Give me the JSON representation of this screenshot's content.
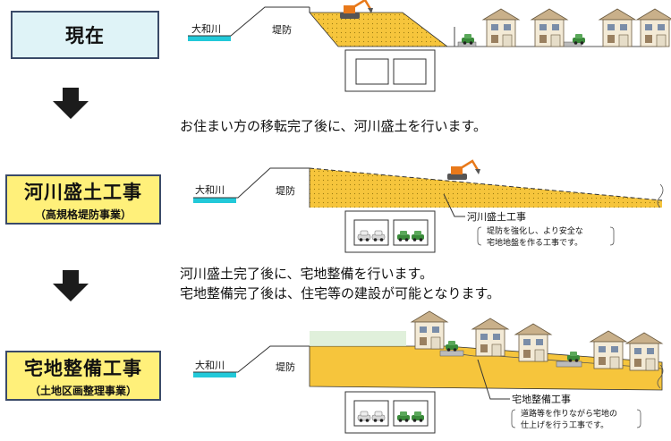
{
  "stages": [
    {
      "title": "現在",
      "subtitle": ""
    },
    {
      "title": "河川盛土工事",
      "subtitle": "（高規格堤防事業）"
    },
    {
      "title": "宅地整備工事",
      "subtitle": "（土地区画整理事業）"
    }
  ],
  "captions": {
    "step1": "お住まい方の移転完了後に、河川盛土を行います。",
    "step2_line1": "河川盛土完了後に、宅地整備を行います。",
    "step2_line2": "宅地整備完了後は、住宅等の建設が可能となります。"
  },
  "labels": {
    "river": "大和川",
    "levee": "堤防",
    "embankment_title": "河川盛土工事",
    "embankment_desc_1": "堤防を強化し、より安全な",
    "embankment_desc_2": "宅地地盤を作る工事です。",
    "housing_title": "宅地整備工事",
    "housing_desc_1": "道路等を作りながら宅地の",
    "housing_desc_2": "仕上げを行う工事です。"
  },
  "colors": {
    "stage_current_bg": "#dff3f7",
    "stage_work_bg": "#fff07a",
    "fill": "#f6c53c",
    "river": "#22c9d9",
    "arrow": "#1c1c1c"
  }
}
